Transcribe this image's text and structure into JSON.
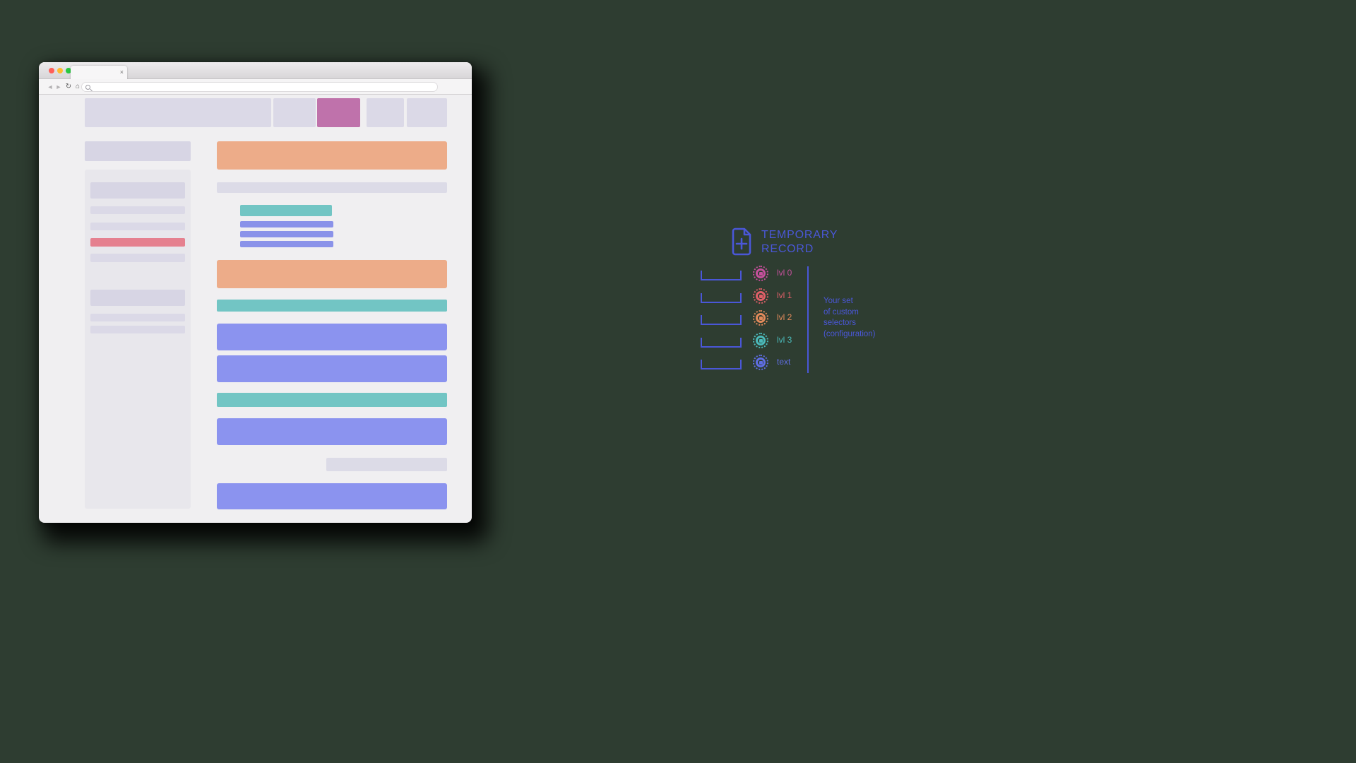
{
  "palette": {
    "background": "#2e3d31",
    "page_background": "#f0eff1",
    "wireframe_lavender": "#dbd9e7",
    "wireframe_orange": "#edac89",
    "wireframe_teal": "#72c5c4",
    "wireframe_periwinkle": "#8b93ef",
    "wireframe_blue_text": "#8a92e9",
    "wireframe_red": "#e5808f",
    "nav_active_purple": "#bf72ab",
    "diagram_accent": "#4a57d8"
  },
  "browser": {
    "tab": {
      "close_glyph": "×"
    },
    "traffic_lights": [
      {
        "name": "close",
        "style": "background:#ff5f57"
      },
      {
        "name": "minimize",
        "style": "background:#febc2e"
      },
      {
        "name": "zoom",
        "style": "background:#28c840"
      }
    ],
    "toolbar": {
      "back_glyph": "◄",
      "forward_glyph": "►",
      "reload_glyph": "↻",
      "home_glyph": "⌂",
      "address_value": ""
    }
  },
  "diagram": {
    "title_line1": "TEMPORARY",
    "title_line2": "RECORD",
    "rows": [
      {
        "label": "lvl 0",
        "style": "--c:#c6509c"
      },
      {
        "label": "lvl 1",
        "style": "--c:#df5f68"
      },
      {
        "label": "lvl 2",
        "style": "--c:#e18a5b"
      },
      {
        "label": "lvl 3",
        "style": "--c:#4bbaba"
      },
      {
        "label": "text",
        "style": "--c:#5f6ee4"
      }
    ],
    "note_lines": [
      "Your set",
      "of custom",
      "selectors",
      "(configuration)"
    ]
  }
}
